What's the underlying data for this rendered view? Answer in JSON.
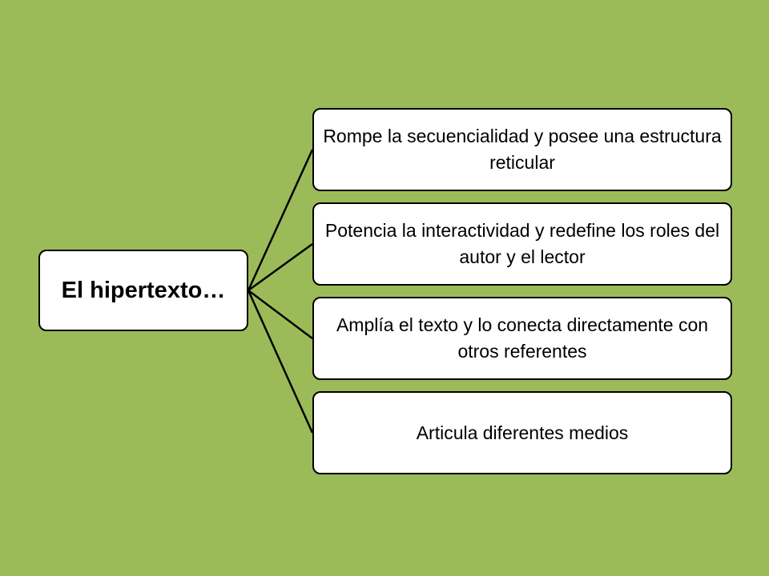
{
  "diagram": {
    "background_color": "#9bbb59",
    "root": {
      "label": "El hipertexto…"
    },
    "children": [
      {
        "label": "Rompe la secuencialidad y posee una estructura reticular"
      },
      {
        "label": "Potencia la interactividad y redefine los roles del autor y el lector"
      },
      {
        "label": "Amplía el texto y lo conecta directamente con otros referentes"
      },
      {
        "label": "Articula diferentes medios"
      }
    ]
  }
}
